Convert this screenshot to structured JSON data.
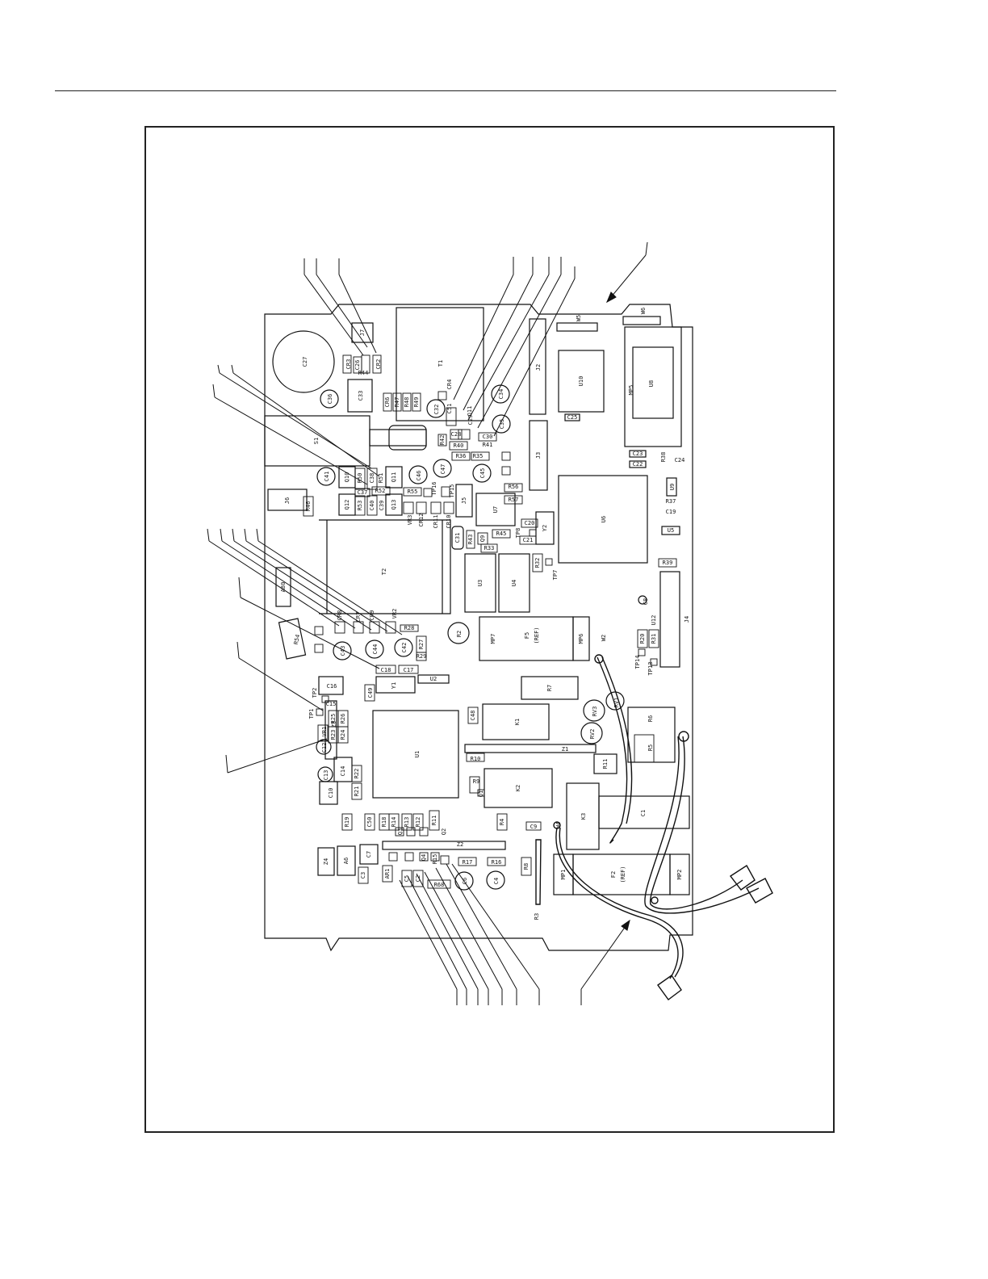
{
  "figure": {
    "board_outline_color": "#111111",
    "components": {
      "C27": "C27",
      "C36": "C36",
      "C33": "C33",
      "J7": "J7",
      "CR3": "CR3",
      "CR2": "CR2",
      "C26": "C26",
      "R44": "R44",
      "T1": "T1",
      "J2": "J2",
      "W5": "W5",
      "W6": "W6",
      "U10": "U10",
      "U8": "U8",
      "MP5": "MP5",
      "C25": "C25",
      "C34": "C34",
      "C35": "C35",
      "C32": "C32",
      "CR4": "CR4",
      "CR6": "CR6",
      "R47": "R47",
      "R48": "R48",
      "R49": "R49",
      "C51": "C51",
      "Q11b": "Q11",
      "C28": "C28",
      "C29": "C29",
      "C30": "C30",
      "R42": "R42",
      "R40": "R40",
      "R41": "R41",
      "R35": "R35",
      "R36": "R36",
      "S1": "S1",
      "J3": "J3",
      "C23": "C23",
      "C22": "C22",
      "R38": "R38",
      "C24": "C24",
      "C41": "C41",
      "Q10": "Q10",
      "Q11": "Q11",
      "C46": "C46",
      "C47": "C47",
      "C45": "C45",
      "R50": "R50",
      "R51": "R51",
      "C38": "C38",
      "C37": "C37",
      "R52": "R52",
      "R55": "R55",
      "TP16": "TP16",
      "TP15": "TP15",
      "R56": "R56",
      "U9": "U9",
      "R37": "R37",
      "C19": "C19",
      "J6": "J6",
      "R46": "R46",
      "Q12": "Q12",
      "R53": "R53",
      "C40": "C40",
      "C39": "C39",
      "Q13": "Q13",
      "VR3": "VR3",
      "CR12": "CR12",
      "CR11": "CR11",
      "CR10": "CR10",
      "J5": "J5",
      "U7": "U7",
      "R57": "R57",
      "U6": "U6",
      "U5": "U5",
      "C20": "C20",
      "Y2": "Y2",
      "TP8": "TP8",
      "C31": "C31",
      "R43": "R43",
      "Q9": "Q9",
      "R45": "R45",
      "C21": "C21",
      "R33": "R33",
      "R32": "R32",
      "TP7": "TP7",
      "R39": "R39",
      "T2": "T2",
      "A80": "A80",
      "U3": "U3",
      "U4": "U4",
      "C8": "C8",
      "U12": "U12",
      "J4": "J4",
      "CR8": "CR8",
      "CR7": "CR7",
      "CR9": "CR9",
      "VR2": "VR2",
      "R28": "R28",
      "R2": "R2",
      "R27": "R27",
      "R29": "R29",
      "MP7": "MP7",
      "F5": "F5",
      "F5ref": "(REF)",
      "MP6": "MP6",
      "W2": "W2",
      "R20": "R20",
      "R31": "R31",
      "TP14": "TP14",
      "TP13": "TP13",
      "R54": "R54",
      "C43": "C43",
      "C44": "C44",
      "C42": "C42",
      "C18": "C18",
      "C17": "C17",
      "U2": "U2",
      "C16": "C16",
      "Y1": "Y1",
      "C49": "C49",
      "R7": "R7",
      "RV1": "RV1",
      "TP2": "TP2",
      "C15": "C15",
      "TP1": "TP1",
      "R25": "R25",
      "R26": "R26",
      "Z3": "Z3",
      "R23": "R23",
      "VR1": "VR1",
      "R24": "R24",
      "C12": "C12",
      "C48": "C48",
      "K1": "K1",
      "RV3": "RV3",
      "RV2": "RV2",
      "R6": "R6",
      "R5": "R5",
      "U1": "U1",
      "Z1": "Z1",
      "R10": "R10",
      "R11": "R11",
      "C13": "C13",
      "C14": "C14",
      "R22": "R22",
      "C10": "C10",
      "R21": "R21",
      "R9": "R9",
      "Q1": "Q1",
      "K2": "K2",
      "K3": "K3",
      "C1": "C1",
      "R19": "R19",
      "C50": "C50",
      "R18": "R18",
      "R14": "R14",
      "R13": "R13",
      "R12": "R12",
      "R11b": "R11",
      "Q2": "Q2",
      "Q3": "Q3",
      "R4": "R4",
      "C9": "C9",
      "W4": "W4",
      "Z2": "Z2",
      "Z4": "Z4",
      "A6": "A6",
      "C7": "C7",
      "C3": "C3",
      "AR1": "AR1",
      "C5": "C5",
      "C2": "C2",
      "Q4": "Q4",
      "R15": "R15",
      "R17": "R17",
      "R16": "R16",
      "R8": "R8",
      "C4": "C4",
      "C6": "C6",
      "R68": "R68",
      "R3": "R3",
      "MP1": "MP1",
      "F2": "F2",
      "F2ref": "(REF)",
      "MP2": "MP2"
    }
  }
}
